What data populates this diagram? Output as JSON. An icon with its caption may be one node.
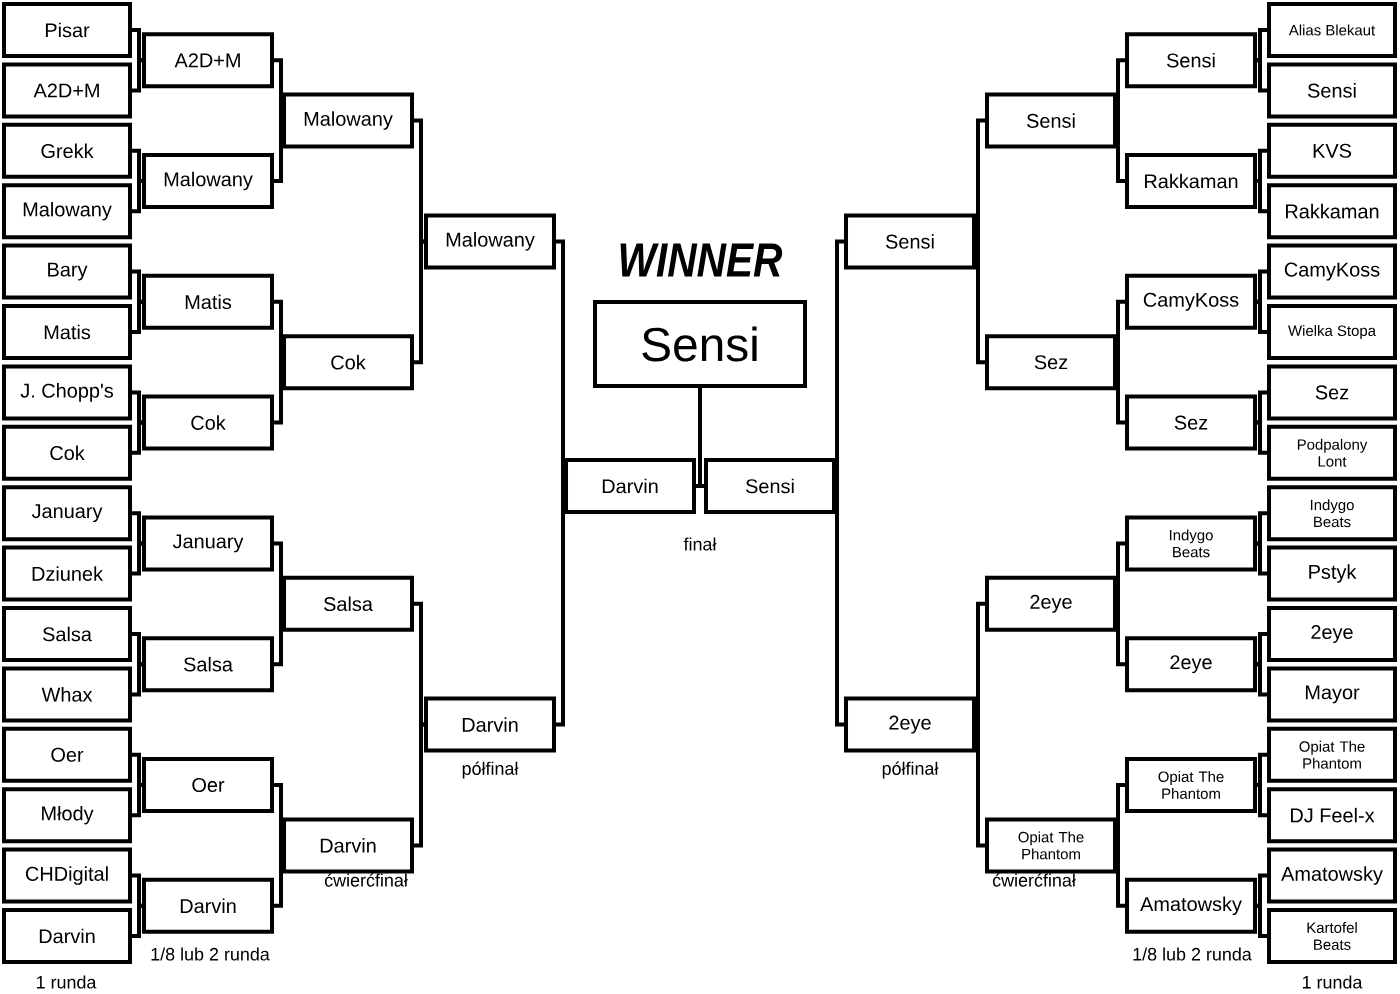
{
  "diagram": {
    "nodes": [
      {
        "text": [
          "Pisar"
        ]
      },
      {
        "text": [
          "A2D+M"
        ]
      },
      {
        "text": [
          "Grekk"
        ]
      },
      {
        "text": [
          "Malowany"
        ]
      },
      {
        "text": [
          "Bary"
        ]
      },
      {
        "text": [
          "Matis"
        ]
      },
      {
        "text": [
          "J. Chopp's"
        ]
      },
      {
        "text": [
          "Cok"
        ]
      },
      {
        "text": [
          "January"
        ]
      },
      {
        "text": [
          "Dziunek"
        ]
      },
      {
        "text": [
          "Salsa"
        ]
      },
      {
        "text": [
          "Whax"
        ]
      },
      {
        "text": [
          "Oer"
        ]
      },
      {
        "text": [
          "Młody"
        ]
      },
      {
        "text": [
          "CHDigital"
        ]
      },
      {
        "text": [
          "Darvin"
        ]
      },
      {
        "text": [
          "A2D+M"
        ]
      },
      {
        "text": [
          "Malowany"
        ]
      },
      {
        "text": [
          "Matis"
        ]
      },
      {
        "text": [
          "Cok"
        ]
      },
      {
        "text": [
          "January"
        ]
      },
      {
        "text": [
          "Salsa"
        ]
      },
      {
        "text": [
          "Oer"
        ]
      },
      {
        "text": [
          "Darvin"
        ]
      },
      {
        "text": [
          "Malowany"
        ]
      },
      {
        "text": [
          "Cok"
        ]
      },
      {
        "text": [
          "Salsa"
        ]
      },
      {
        "text": [
          "Darvin"
        ]
      },
      {
        "text": [
          "Malowany"
        ]
      },
      {
        "text": [
          "Darvin"
        ]
      },
      {
        "text": [
          "Darvin"
        ]
      },
      {
        "text": [
          "WINNER",
          "Sensi"
        ]
      },
      {
        "text": [
          "Sensi"
        ]
      },
      {
        "text": [
          "Sensi"
        ]
      },
      {
        "text": [
          "2eye"
        ]
      },
      {
        "text": [
          "Sensi"
        ]
      },
      {
        "text": [
          "Sez"
        ]
      },
      {
        "text": [
          "2eye"
        ]
      },
      {
        "text": [
          "Opiat The Phantom"
        ]
      },
      {
        "text": [
          "Sensi"
        ]
      },
      {
        "text": [
          "Rakkaman"
        ]
      },
      {
        "text": [
          "CamyKoss"
        ]
      },
      {
        "text": [
          "Sez"
        ]
      },
      {
        "text": [
          "Indygo Beats"
        ]
      },
      {
        "text": [
          "2eye"
        ]
      },
      {
        "text": [
          "Opiat The Phantom"
        ]
      },
      {
        "text": [
          "Amatowsky"
        ]
      },
      {
        "text": [
          "Alias Blekaut"
        ]
      },
      {
        "text": [
          "Sensi"
        ]
      },
      {
        "text": [
          "KVS"
        ]
      },
      {
        "text": [
          "Rakkaman"
        ]
      },
      {
        "text": [
          "CamyKoss"
        ]
      },
      {
        "text": [
          "Wielka Stopa"
        ]
      },
      {
        "text": [
          "Sez"
        ]
      },
      {
        "text": [
          "Podpalony Lont"
        ]
      },
      {
        "text": [
          "Indygo Beats"
        ]
      },
      {
        "text": [
          "Pstyk"
        ]
      },
      {
        "text": [
          "2eye"
        ]
      },
      {
        "text": [
          "Mayor"
        ]
      },
      {
        "text": [
          "Opiat The Phantom"
        ]
      },
      {
        "text": [
          "DJ Feel-x"
        ]
      },
      {
        "text": [
          "Amatowsky"
        ]
      },
      {
        "text": [
          "Kartofel Beats"
        ]
      }
    ],
    "edges": [
      {
        "from": 0,
        "to": 16,
        "arrow": "none"
      },
      {
        "from": 1,
        "to": 16,
        "arrow": "none"
      },
      {
        "from": 2,
        "to": 17,
        "arrow": "none"
      },
      {
        "from": 3,
        "to": 17,
        "arrow": "none"
      },
      {
        "from": 4,
        "to": 18,
        "arrow": "none"
      },
      {
        "from": 5,
        "to": 18,
        "arrow": "none"
      },
      {
        "from": 6,
        "to": 19,
        "arrow": "none"
      },
      {
        "from": 7,
        "to": 19,
        "arrow": "none"
      },
      {
        "from": 8,
        "to": 20,
        "arrow": "none"
      },
      {
        "from": 9,
        "to": 20,
        "arrow": "none"
      },
      {
        "from": 10,
        "to": 21,
        "arrow": "none"
      },
      {
        "from": 11,
        "to": 21,
        "arrow": "none"
      },
      {
        "from": 12,
        "to": 22,
        "arrow": "none"
      },
      {
        "from": 13,
        "to": 22,
        "arrow": "none"
      },
      {
        "from": 14,
        "to": 23,
        "arrow": "none"
      },
      {
        "from": 15,
        "to": 23,
        "arrow": "none"
      },
      {
        "from": 16,
        "to": 24,
        "arrow": "none"
      },
      {
        "from": 17,
        "to": 24,
        "arrow": "none"
      },
      {
        "from": 18,
        "to": 25,
        "arrow": "none"
      },
      {
        "from": 19,
        "to": 25,
        "arrow": "none"
      },
      {
        "from": 20,
        "to": 26,
        "arrow": "none"
      },
      {
        "from": 21,
        "to": 26,
        "arrow": "none"
      },
      {
        "from": 22,
        "to": 27,
        "arrow": "none"
      },
      {
        "from": 23,
        "to": 27,
        "arrow": "none"
      },
      {
        "from": 24,
        "to": 28,
        "arrow": "none"
      },
      {
        "from": 25,
        "to": 28,
        "arrow": "none"
      },
      {
        "from": 26,
        "to": 29,
        "arrow": "none"
      },
      {
        "from": 27,
        "to": 29,
        "arrow": "none"
      },
      {
        "from": 28,
        "to": 30,
        "arrow": "none"
      },
      {
        "from": 29,
        "to": 30,
        "arrow": "none"
      },
      {
        "from": 30,
        "to": 31,
        "arrow": "none"
      },
      {
        "from": 32,
        "to": 31,
        "arrow": "none"
      },
      {
        "from": 33,
        "to": 32,
        "arrow": "none"
      },
      {
        "from": 34,
        "to": 32,
        "arrow": "none"
      },
      {
        "from": 35,
        "to": 33,
        "arrow": "none"
      },
      {
        "from": 36,
        "to": 33,
        "arrow": "none"
      },
      {
        "from": 37,
        "to": 34,
        "arrow": "none"
      },
      {
        "from": 38,
        "to": 34,
        "arrow": "none"
      },
      {
        "from": 39,
        "to": 35,
        "arrow": "none"
      },
      {
        "from": 40,
        "to": 35,
        "arrow": "none"
      },
      {
        "from": 41,
        "to": 36,
        "arrow": "none"
      },
      {
        "from": 42,
        "to": 36,
        "arrow": "none"
      },
      {
        "from": 43,
        "to": 37,
        "arrow": "none"
      },
      {
        "from": 44,
        "to": 37,
        "arrow": "none"
      },
      {
        "from": 45,
        "to": 38,
        "arrow": "none"
      },
      {
        "from": 46,
        "to": 38,
        "arrow": "none"
      },
      {
        "from": 47,
        "to": 39,
        "arrow": "none"
      },
      {
        "from": 48,
        "to": 39,
        "arrow": "none"
      },
      {
        "from": 49,
        "to": 40,
        "arrow": "none"
      },
      {
        "from": 50,
        "to": 40,
        "arrow": "none"
      },
      {
        "from": 51,
        "to": 41,
        "arrow": "none"
      },
      {
        "from": 52,
        "to": 41,
        "arrow": "none"
      },
      {
        "from": 53,
        "to": 42,
        "arrow": "none"
      },
      {
        "from": 54,
        "to": 42,
        "arrow": "none"
      },
      {
        "from": 55,
        "to": 43,
        "arrow": "none"
      },
      {
        "from": 56,
        "to": 43,
        "arrow": "none"
      },
      {
        "from": 57,
        "to": 44,
        "arrow": "none"
      },
      {
        "from": 58,
        "to": 44,
        "arrow": "none"
      },
      {
        "from": 59,
        "to": 45,
        "arrow": "none"
      },
      {
        "from": 60,
        "to": 45,
        "arrow": "none"
      },
      {
        "from": 61,
        "to": 46,
        "arrow": "none"
      },
      {
        "from": 62,
        "to": 46,
        "arrow": "none"
      }
    ],
    "labels": [
      "finał",
      "półfinał",
      "półfinał",
      "ćwierćfinał",
      "ćwierćfinał",
      "1/8 lub 2 runda",
      "1/8 lub 2 runda",
      "1 runda",
      "1 runda"
    ]
  }
}
